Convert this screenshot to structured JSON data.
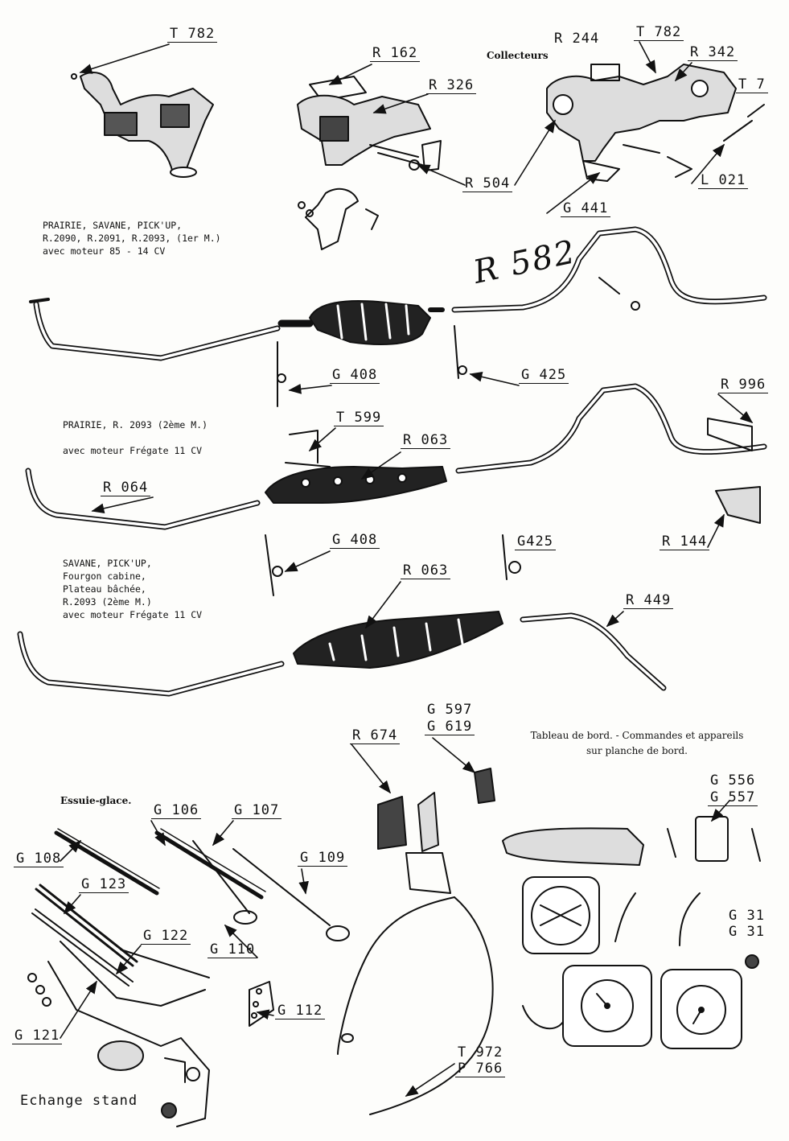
{
  "headings": {
    "collecteurs": "Collecteurs",
    "essuie_glace": "Essuie-glace.",
    "tableau_line1": "Tableau de bord. - Commandes et appareils",
    "tableau_line2": "sur planche de bord.",
    "echange": "Echange stand",
    "handwritten": "R 582"
  },
  "captions": {
    "prairie_85": "PRAIRIE, SAVANE, PICK'UP,\nR.2090, R.2091, R.2093, (1er M.)\navec moteur 85 - 14 CV",
    "prairie_2093": "PRAIRIE, R. 2093 (2ème M.)\n\navec moteur Frégate 11 CV",
    "savane_pickup": "SAVANE, PICK'UP,\nFourgon cabine,\nPlateau bâchée,\nR.2093 (2ème M.)\navec moteur Frégate 11 CV"
  },
  "part_labels": {
    "t782a": "T 782",
    "r162": "R 162",
    "r244": "R 244",
    "t782b": "T 782",
    "r342": "R 342",
    "t7x": "T 7",
    "r326": "R 326",
    "r504": "R 504",
    "l021": "L 021",
    "g441": "G 441",
    "g408a": "G 408",
    "g425a": "G 425",
    "r996": "R 996",
    "t599": "T 599",
    "r063a": "R 063",
    "r064": "R 064",
    "g408b": "G 408",
    "g425b": "G425",
    "r144": "R 144",
    "r063b": "R 063",
    "r449": "R 449",
    "g597": "G 597",
    "g619": "G 619",
    "r674": "R 674",
    "g556": "G 556",
    "g557": "G 557",
    "g106": "G 106",
    "g107": "G 107",
    "g108": "G 108",
    "g109": "G 109",
    "g123": "G 123",
    "g122": "G 122",
    "g110": "G 110",
    "g112": "G 112",
    "g121": "G 121",
    "g31a": "G 31",
    "g31b": "G 31",
    "t972": "T 972",
    "p766": "P 766"
  }
}
